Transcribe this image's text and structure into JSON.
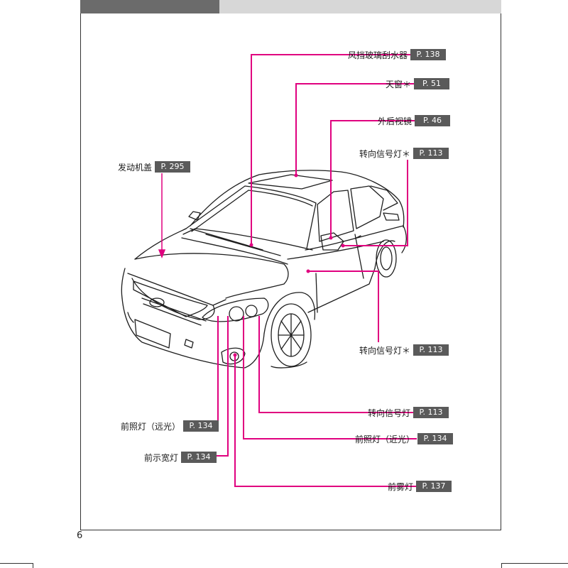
{
  "page": {
    "number": "6"
  },
  "callouts": {
    "wiper": {
      "label": "风挡玻璃刮水器",
      "ref": "P. 138"
    },
    "moonroof": {
      "label": "天窗＊",
      "ref": "P. 51"
    },
    "mirror": {
      "label": "外后视镜",
      "ref": "P. 46"
    },
    "turn_mirror": {
      "label": "转向信号灯＊",
      "ref": "P. 113"
    },
    "hood": {
      "label": "发动机盖",
      "ref": "P. 295"
    },
    "turn_side": {
      "label": "转向信号灯＊",
      "ref": "P. 113"
    },
    "turn_front": {
      "label": "转向信号灯",
      "ref": "P. 113"
    },
    "headlight_low": {
      "label": "前照灯（近光）",
      "ref": "P. 134"
    },
    "headlight_high": {
      "label": "前照灯（远光）",
      "ref": "P. 134"
    },
    "parking_light": {
      "label": "前示宽灯",
      "ref": "P. 134"
    },
    "fog_light": {
      "label": "前雾灯",
      "ref": "P. 137"
    }
  },
  "colors": {
    "leader": "#e0007f",
    "ref_bg": "#5a5a5a",
    "header_dark": "#6b6b6b",
    "header_light": "#d7d7d7"
  }
}
